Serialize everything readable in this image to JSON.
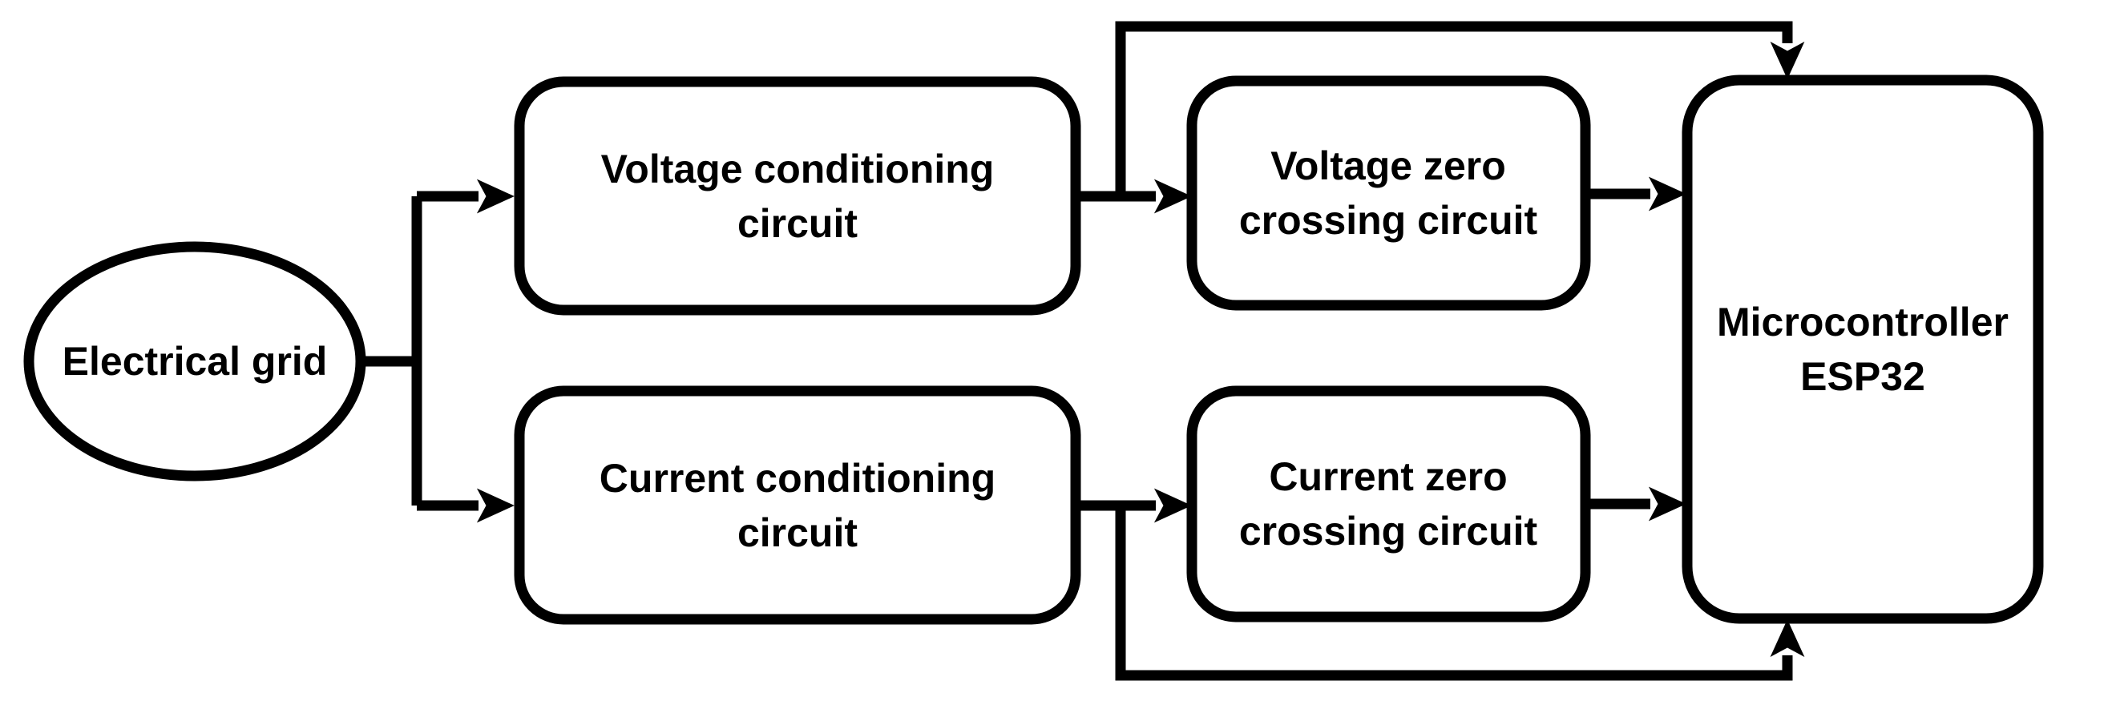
{
  "diagram": {
    "background_color": "#ffffff",
    "stroke_color": "#000000",
    "fill_color": "#ffffff",
    "nodes": {
      "electrical_grid": {
        "shape": "ellipse",
        "label": "Electrical grid"
      },
      "voltage_conditioning": {
        "shape": "rounded-rect",
        "line1": "Voltage conditioning",
        "line2": "circuit"
      },
      "current_conditioning": {
        "shape": "rounded-rect",
        "line1": "Current conditioning",
        "line2": "circuit"
      },
      "voltage_zero_crossing": {
        "shape": "rounded-rect",
        "line1": "Voltage zero",
        "line2": "crossing circuit"
      },
      "current_zero_crossing": {
        "shape": "rounded-rect",
        "line1": "Current zero",
        "line2": "crossing circuit"
      },
      "microcontroller": {
        "shape": "rounded-rect",
        "line1": "Microcontroller",
        "line2": "ESP32"
      }
    },
    "edges": [
      {
        "from": "Electrical grid",
        "to": "Voltage conditioning circuit"
      },
      {
        "from": "Electrical grid",
        "to": "Current conditioning circuit"
      },
      {
        "from": "Voltage conditioning circuit",
        "to": "Voltage zero crossing circuit"
      },
      {
        "from": "Voltage conditioning circuit",
        "to": "Microcontroller ESP32"
      },
      {
        "from": "Voltage zero crossing circuit",
        "to": "Microcontroller ESP32"
      },
      {
        "from": "Current conditioning circuit",
        "to": "Current zero crossing circuit"
      },
      {
        "from": "Current conditioning circuit",
        "to": "Microcontroller ESP32"
      },
      {
        "from": "Current zero crossing circuit",
        "to": "Microcontroller ESP32"
      }
    ]
  }
}
